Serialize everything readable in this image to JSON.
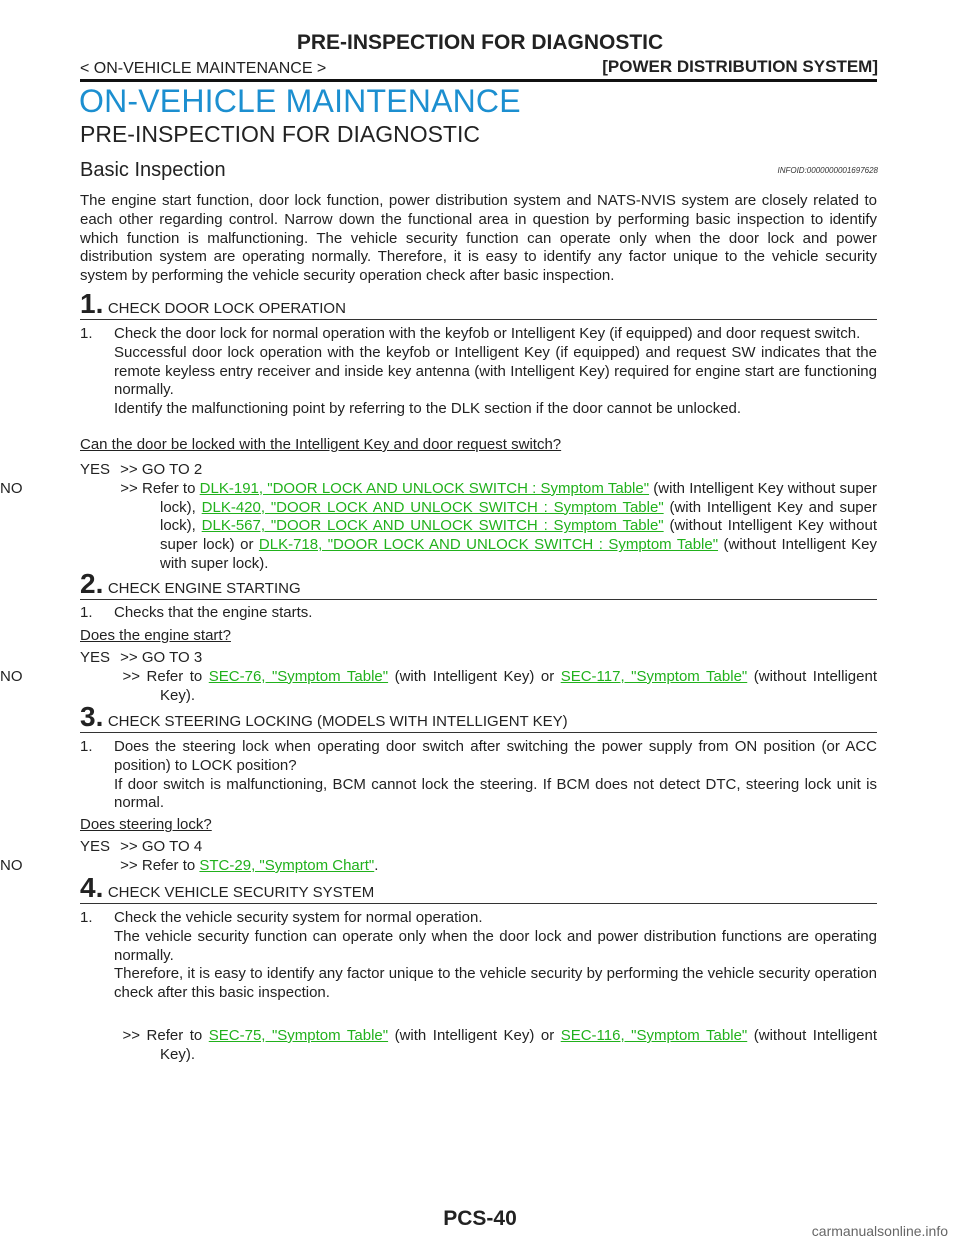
{
  "header": {
    "title": "PRE-INSPECTION FOR DIAGNOSTIC",
    "left": "< ON-VEHICLE MAINTENANCE >",
    "right": "[POWER DISTRIBUTION SYSTEM]"
  },
  "section": {
    "h1": "ON-VEHICLE MAINTENANCE",
    "h2": "PRE-INSPECTION FOR DIAGNOSTIC",
    "h3": "Basic Inspection",
    "infoid": "INFOID:0000000001697628"
  },
  "intro": "The engine start function, door lock function, power distribution system and NATS-NVIS system are closely related to each other regarding control. Narrow down the functional area in question by performing basic inspection to identify which function is malfunctioning. The vehicle security function can operate only when the door lock and power distribution system are operating normally. Therefore, it is easy to identify any factor unique to the vehicle security system by performing the vehicle security operation check after basic inspection.",
  "steps": [
    {
      "num": "1.",
      "label": "CHECK DOOR LOCK OPERATION",
      "item_num": "1.",
      "item_lines": [
        "Check the door lock for normal operation with the keyfob or Intelligent Key (if equipped) and door request switch.",
        "Successful door lock operation with the keyfob or Intelligent Key (if equipped) and request SW indicates that the remote keyless entry receiver and inside key antenna (with Intelligent Key) required for engine start are functioning normally.",
        "Identify the malfunctioning point by referring to the DLK section if the door cannot be unlocked."
      ],
      "question": "Can the door be locked with the Intelligent Key and door request switch?",
      "yes": "YES",
      "yes_text": ">> GO TO 2",
      "no": "NO",
      "no_prefix": ">> Refer to ",
      "links": [
        "DLK-191, \"DOOR LOCK AND UNLOCK SWITCH : Symptom Table\"",
        "DLK-420, \"DOOR LOCK AND UNLOCK SWITCH : Symptom Table\"",
        "DLK-567, \"DOOR LOCK AND UNLOCK SWITCH : Symptom Table\"",
        "DLK-718, \"DOOR LOCK AND UNLOCK SWITCH : Symptom Table\""
      ],
      "mid": [
        " (with Intelligent Key without super lock), ",
        " (with Intelligent Key and super lock), ",
        " (without Intelligent Key without super lock) or ",
        " (without Intelligent Key with super lock)."
      ]
    },
    {
      "num": "2.",
      "label": "CHECK ENGINE STARTING",
      "item_num": "1.",
      "item_lines": [
        "Checks that the engine starts."
      ],
      "question": "Does the engine start?",
      "yes": "YES",
      "yes_text": ">> GO TO 3",
      "no": "NO",
      "no_prefix": ">> Refer to ",
      "links": [
        "SEC-76, \"Symptom Table\"",
        "SEC-117, \"Symptom Table\""
      ],
      "mid": [
        " (with Intelligent Key) or ",
        " (without Intelligent Key)."
      ]
    },
    {
      "num": "3.",
      "label": "CHECK STEERING LOCKING (MODELS WITH INTELLIGENT KEY)",
      "item_num": "1.",
      "item_lines": [
        "Does the steering lock when operating door switch after switching the power supply from ON position (or ACC position) to LOCK position?",
        "If door switch is malfunctioning, BCM cannot lock the steering. If BCM does not detect DTC, steering lock unit is normal."
      ],
      "question": "Does steering lock?",
      "yes": "YES",
      "yes_text": ">> GO TO 4",
      "no": "NO",
      "no_prefix": ">> Refer to ",
      "links": [
        "STC-29, \"Symptom Chart\""
      ],
      "mid": [
        "."
      ]
    },
    {
      "num": "4.",
      "label": "CHECK VEHICLE SECURITY SYSTEM",
      "item_num": "1.",
      "item_lines": [
        "Check the vehicle security system for normal operation.",
        "The vehicle security function can operate only when the door lock and power distribution functions are operating normally.",
        "Therefore, it is easy to identify any factor unique to the vehicle security by performing the vehicle security operation check after this basic inspection."
      ],
      "final_prefix": ">> Refer to ",
      "links": [
        "SEC-75, \"Symptom Table\"",
        "SEC-116, \"Symptom Table\""
      ],
      "mid": [
        " (with Intelligent Key) or ",
        " (without Intelligent Key)."
      ]
    }
  ],
  "footer": {
    "page": "PCS-40",
    "watermark": "carmanualsonline.info"
  }
}
